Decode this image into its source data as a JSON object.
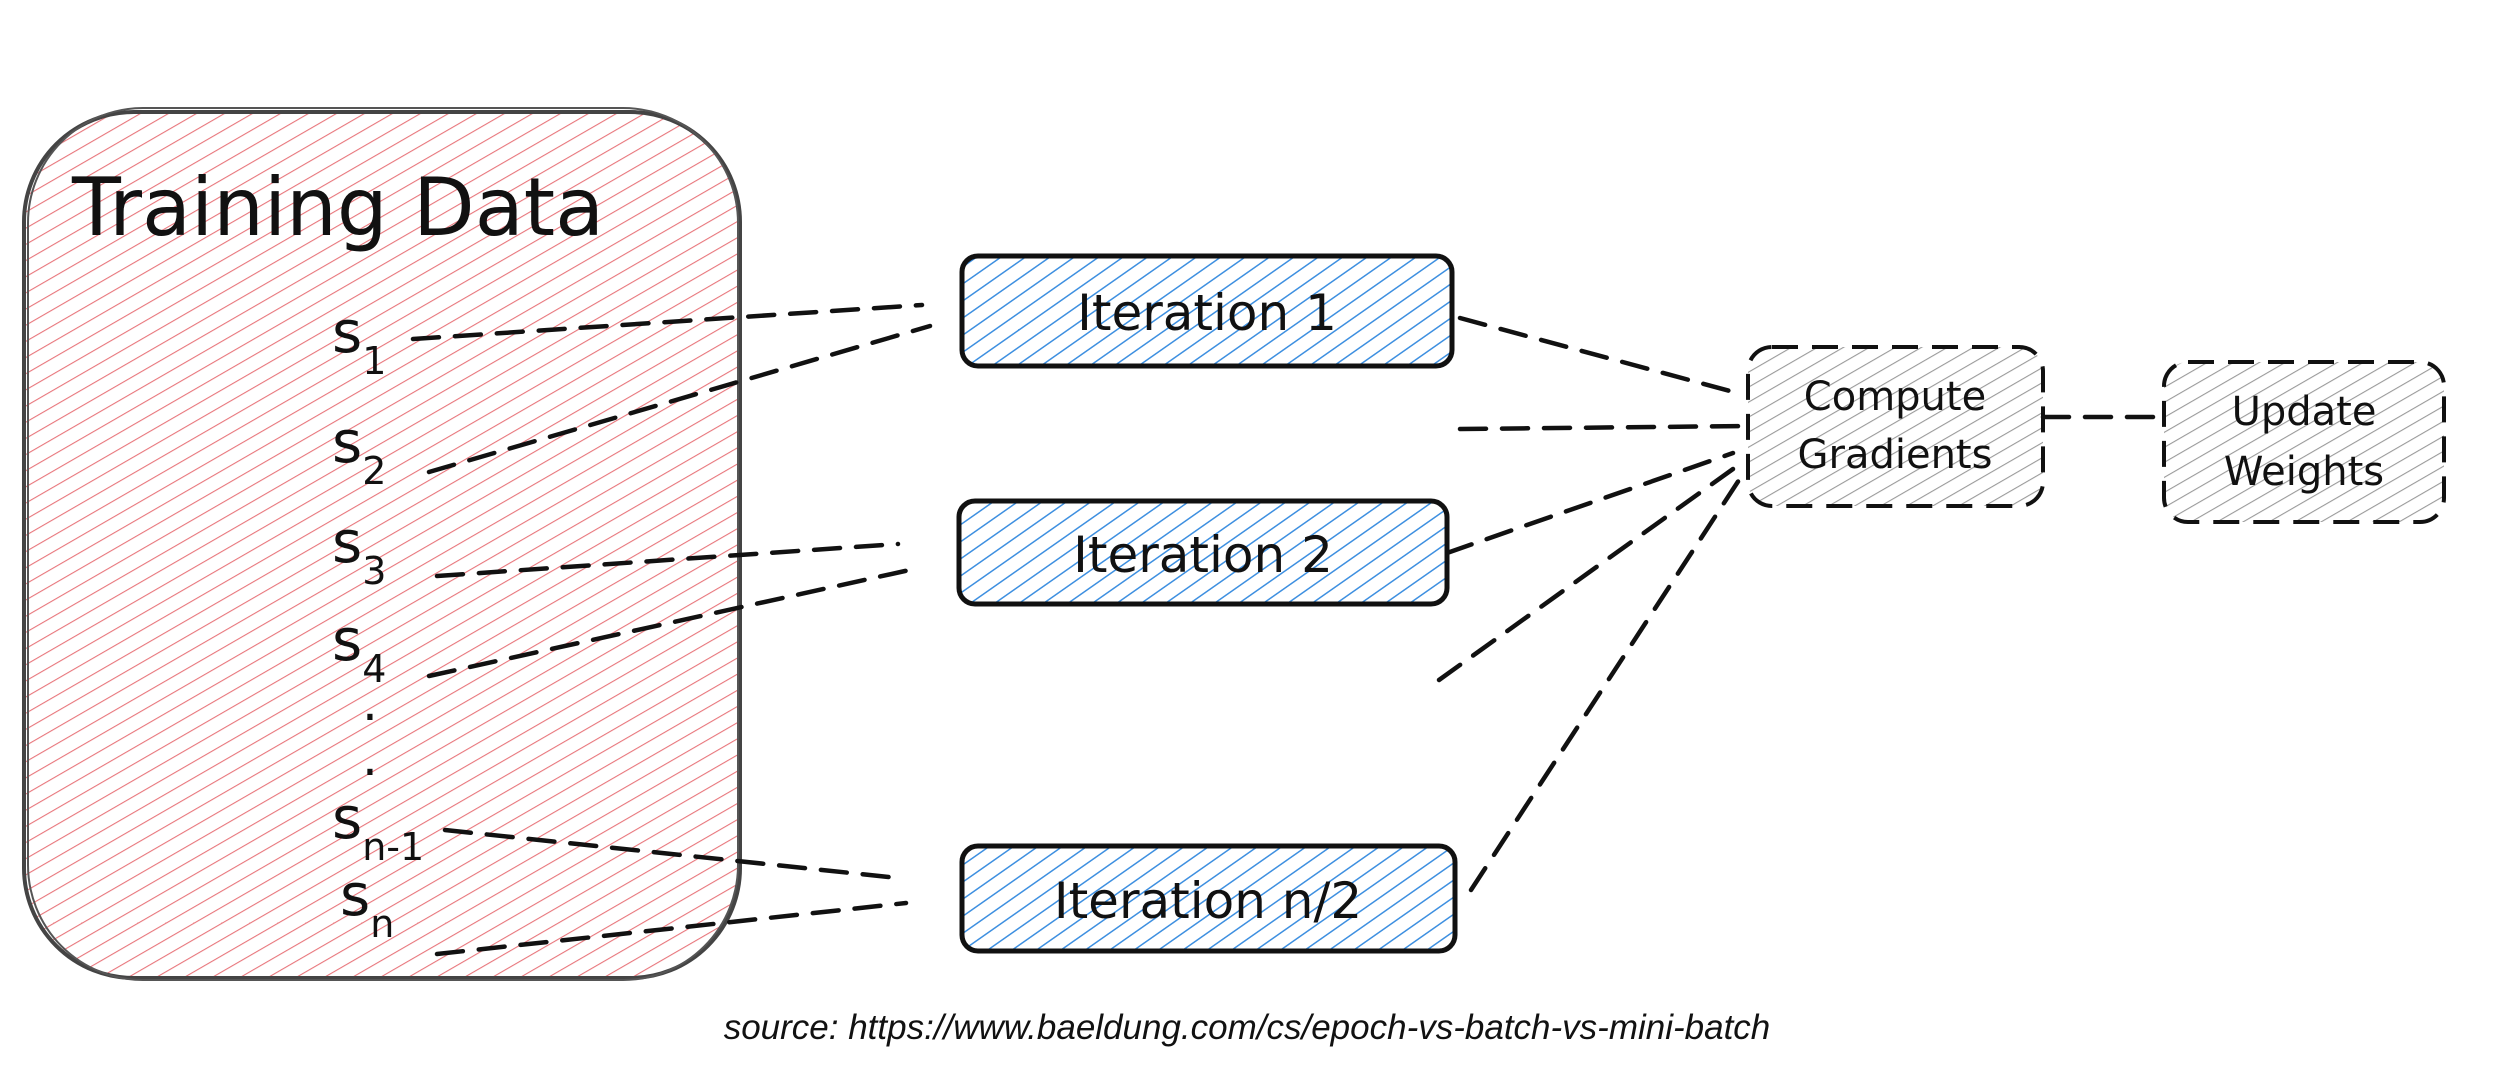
{
  "training_data": {
    "title": "Training Data",
    "samples": [
      {
        "base": "s",
        "sub": "1"
      },
      {
        "base": "s",
        "sub": "2"
      },
      {
        "base": "s",
        "sub": "3"
      },
      {
        "base": "s",
        "sub": "4"
      },
      {
        "base": "s",
        "sub": "n-1"
      },
      {
        "base": "s",
        "sub": "n"
      }
    ],
    "ellipsis": ".",
    "fill_color": "#e8767c"
  },
  "iterations": [
    {
      "label": "Iteration 1"
    },
    {
      "label": "Iteration 2"
    },
    {
      "label": "Iteration n/2"
    }
  ],
  "compute": {
    "line1": "Compute",
    "line2": "Gradients"
  },
  "update": {
    "line1": "Update",
    "line2": "Weights"
  },
  "colors": {
    "iteration_fill": "#3d8fe0",
    "gray_fill": "#9a9a9a"
  },
  "source": "source: https://www.baeldung.com/cs/epoch-vs-batch-vs-mini-batch"
}
